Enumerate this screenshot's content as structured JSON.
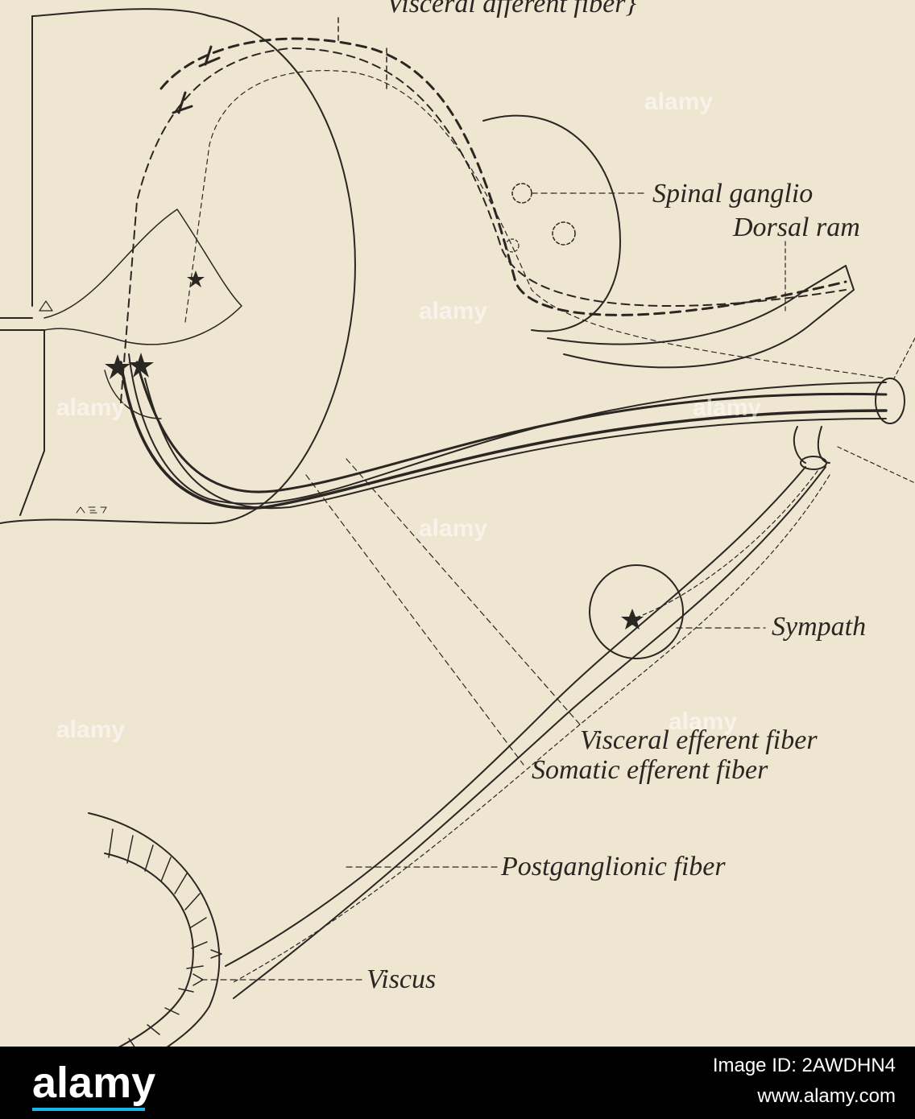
{
  "labels": {
    "visceral_afferent": "Visceral afferent fiber}",
    "spinal_ganglion": "Spinal ganglio",
    "dorsal_ramus": "Dorsal ram",
    "sympathetic": "Sympath",
    "visceral_efferent": "Visceral efferent fiber",
    "somatic_efferent": "Somatic efferent fiber",
    "postganglionic": "Postganglionic fiber",
    "viscus": "Viscus"
  },
  "watermark": {
    "text": "alamy",
    "color": "#ffffff"
  },
  "footer": {
    "brand": "alamy",
    "image_id": "Image ID: 2AWDHN4",
    "site": "www.alamy.com",
    "accent_color": "#1ab7ea"
  },
  "colors": {
    "paper": "#efe6d2",
    "ink": "#2a2622"
  }
}
